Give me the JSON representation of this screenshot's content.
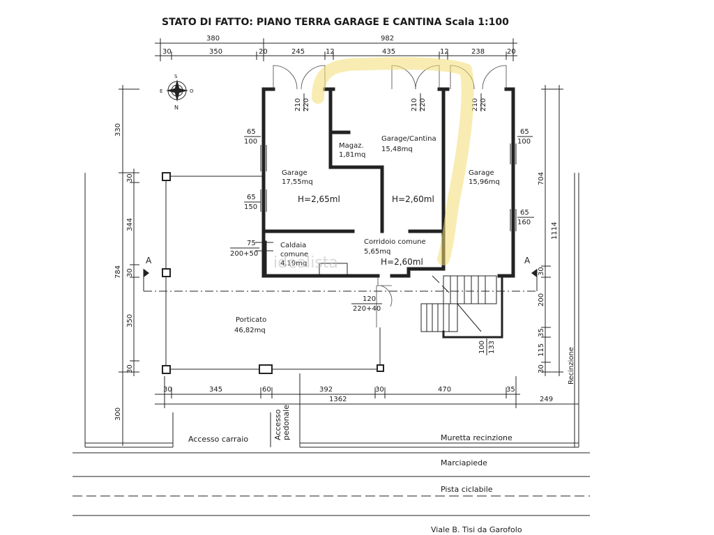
{
  "title": "STATO DI FATTO: PIANO TERRA GARAGE E CANTINA Scala 1:100",
  "compass": {
    "n": "N",
    "s": "S",
    "e": "E",
    "o": "O"
  },
  "top_dims": {
    "overall": [
      "380",
      "982"
    ],
    "parts": [
      "30",
      "350",
      "20",
      "245",
      "12",
      "435",
      "12",
      "238",
      "20"
    ]
  },
  "bottom_dims": {
    "parts": [
      "30",
      "345",
      "60",
      "392",
      "30",
      "470",
      "35"
    ],
    "overall": "1362",
    "side": "249"
  },
  "left_dims": [
    "330",
    "784",
    "30",
    "344",
    "30",
    "350",
    "30",
    "300"
  ],
  "right_dims": [
    "704",
    "1114",
    "30",
    "200",
    "35",
    "115",
    "30"
  ],
  "openings": {
    "door1": [
      "210",
      "220"
    ],
    "door2": [
      "210",
      "220"
    ],
    "door3": [
      "210",
      "220"
    ],
    "win_left1": [
      "65",
      "100"
    ],
    "win_left2": [
      "65",
      "150"
    ],
    "win_right1": [
      "65",
      "100"
    ],
    "win_right2": [
      "65",
      "160"
    ],
    "caldaia": [
      "75",
      "200+50"
    ],
    "corr_door": [
      "120",
      "220+40"
    ],
    "stair": [
      "100",
      "133"
    ]
  },
  "rooms": {
    "garage_left": {
      "name": "Garage",
      "area": "17,55mq"
    },
    "magaz": {
      "name": "Magaz.",
      "area": "1,81mq"
    },
    "garage_cantina": {
      "name": "Garage/Cantina",
      "area": "15,48mq"
    },
    "garage_right": {
      "name": "Garage",
      "area": "15,96mq"
    },
    "caldaia": {
      "name1": "Caldaia",
      "name2": "comune",
      "area": "4,19mq"
    },
    "corridoio": {
      "name": "Corridoio comune",
      "area": "5,65mq"
    },
    "porticato": {
      "name": "Porticato",
      "area": "46,82mq"
    }
  },
  "heights": {
    "h1": "H=2,65ml",
    "h2": "H=2,60ml",
    "h3": "H=2,60ml"
  },
  "section_marks": {
    "left": "A",
    "right": "A"
  },
  "labels": {
    "recinzione": "Recinzione",
    "accesso_carraio": "Accesso carraio",
    "accesso_pedonale1": "Accesso",
    "accesso_pedonale2": "pedonale",
    "muretta": "Muretta recinzione",
    "marciapiede": "Marciapiede",
    "pista": "Pista ciclabile",
    "viale": "Viale B. Tisi da Garofolo"
  },
  "watermark": "idealista",
  "colors": {
    "line": "#222222",
    "highlight": "#f3dc73"
  }
}
